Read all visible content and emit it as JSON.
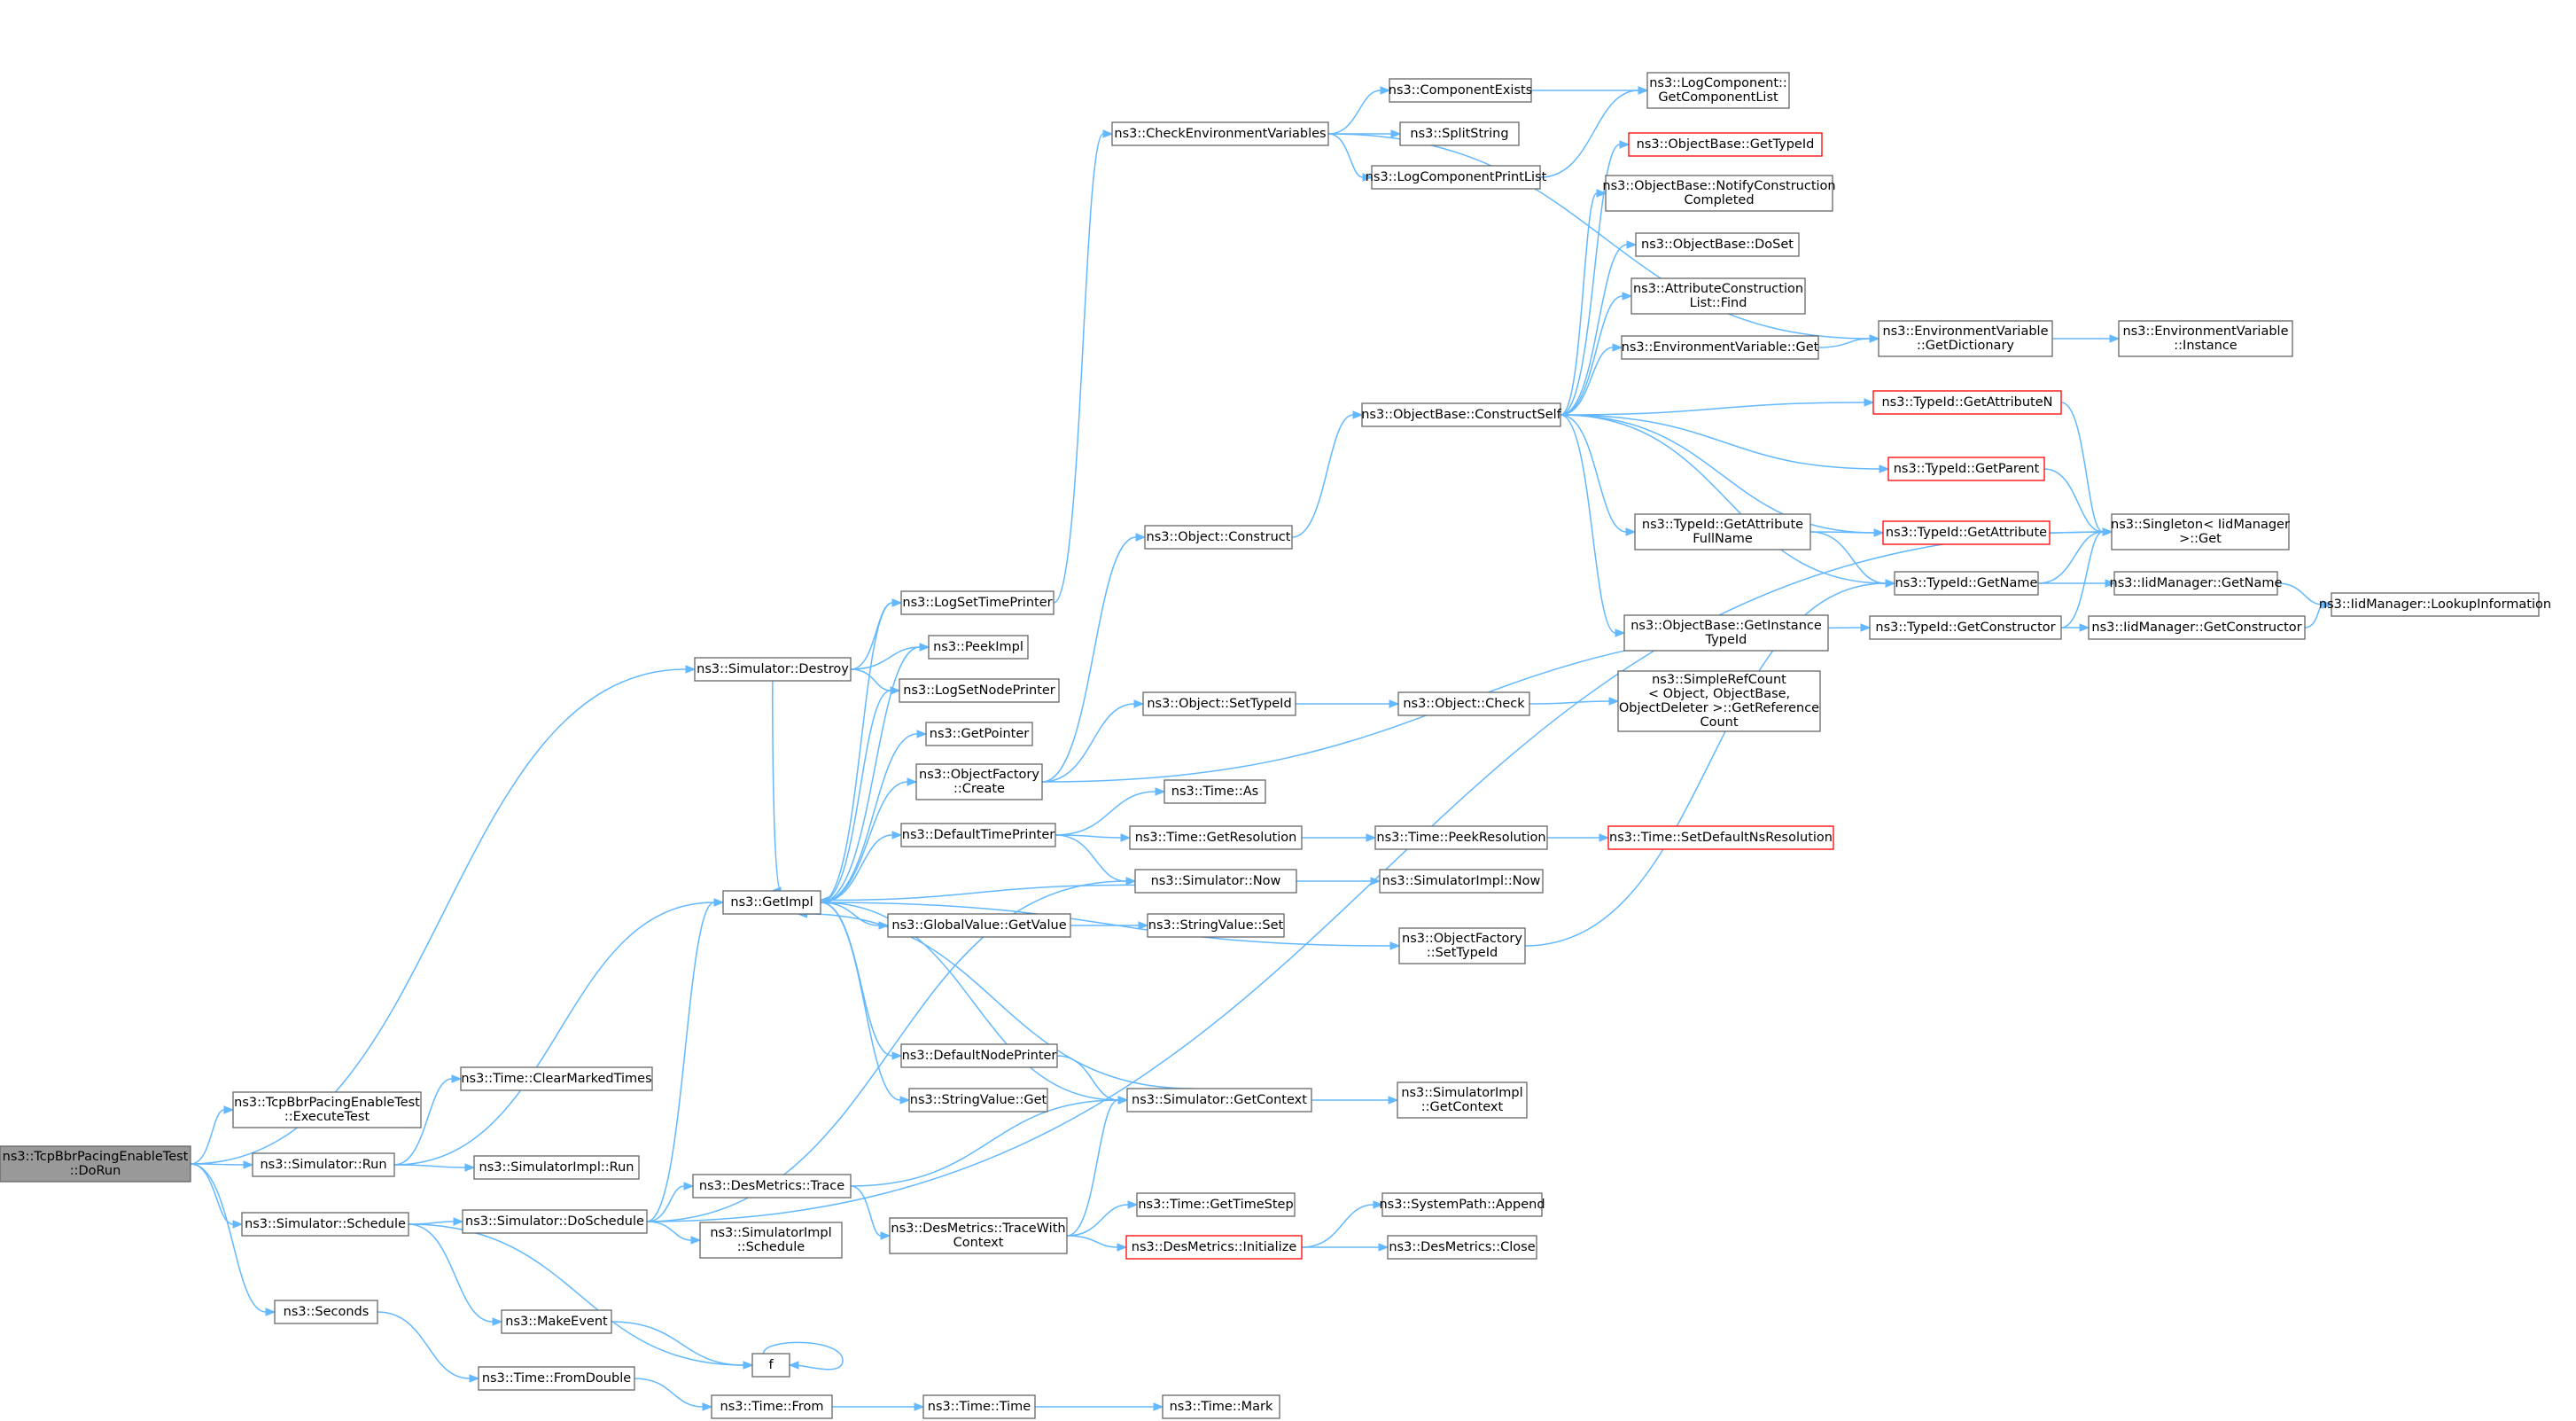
{
  "diagram": {
    "nodes": [
      {
        "id": "n0",
        "lines": [
          "ns3::TcpBbrPacingEnableTest",
          "::DoRun"
        ],
        "style": "root"
      },
      {
        "id": "n1",
        "lines": [
          "ns3::Simulator::Destroy"
        ]
      },
      {
        "id": "n2",
        "lines": [
          "ns3::TcpBbrPacingEnableTest",
          "::ExecuteTest"
        ]
      },
      {
        "id": "n3",
        "lines": [
          "ns3::Simulator::Run"
        ]
      },
      {
        "id": "n4",
        "lines": [
          "ns3::Simulator::Schedule"
        ]
      },
      {
        "id": "n5",
        "lines": [
          "ns3::Seconds"
        ]
      },
      {
        "id": "n6",
        "lines": [
          "ns3::GetImpl"
        ]
      },
      {
        "id": "n7",
        "lines": [
          "ns3::LogSetTimePrinter"
        ]
      },
      {
        "id": "n8",
        "lines": [
          "ns3::PeekImpl"
        ]
      },
      {
        "id": "n9",
        "lines": [
          "ns3::LogSetNodePrinter"
        ]
      },
      {
        "id": "n10",
        "lines": [
          "ns3::Time::ClearMarkedTimes"
        ]
      },
      {
        "id": "n11",
        "lines": [
          "ns3::SimulatorImpl::Run"
        ]
      },
      {
        "id": "n12",
        "lines": [
          "ns3::Simulator::DoSchedule"
        ]
      },
      {
        "id": "n13",
        "lines": [
          "ns3::MakeEvent"
        ]
      },
      {
        "id": "n14",
        "lines": [
          "f"
        ]
      },
      {
        "id": "n15",
        "lines": [
          "ns3::Time::FromDouble"
        ]
      },
      {
        "id": "n16",
        "lines": [
          "ns3::Time::From"
        ]
      },
      {
        "id": "n17",
        "lines": [
          "ns3::Time::Time"
        ]
      },
      {
        "id": "n18",
        "lines": [
          "ns3::Time::Mark"
        ]
      },
      {
        "id": "n19",
        "lines": [
          "ns3::CheckEnvironmentVariables"
        ]
      },
      {
        "id": "n20",
        "lines": [
          "ns3::ComponentExists"
        ]
      },
      {
        "id": "n21",
        "lines": [
          "ns3::SplitString"
        ]
      },
      {
        "id": "n22",
        "lines": [
          "ns3::LogComponentPrintList"
        ]
      },
      {
        "id": "n23",
        "lines": [
          "ns3::LogComponent::",
          "GetComponentList"
        ]
      },
      {
        "id": "n24",
        "lines": [
          "ns3::EnvironmentVariable",
          "::GetDictionary"
        ]
      },
      {
        "id": "n25",
        "lines": [
          "ns3::EnvironmentVariable",
          "::Instance"
        ]
      },
      {
        "id": "n26",
        "lines": [
          "ns3::GetPointer"
        ]
      },
      {
        "id": "n27",
        "lines": [
          "ns3::ObjectFactory",
          "::Create"
        ]
      },
      {
        "id": "n28",
        "lines": [
          "ns3::Object::Construct"
        ]
      },
      {
        "id": "n29",
        "lines": [
          "ns3::ObjectBase::ConstructSelf"
        ]
      },
      {
        "id": "n30",
        "lines": [
          "ns3::ObjectBase::GetTypeId"
        ],
        "style": "red"
      },
      {
        "id": "n31",
        "lines": [
          "ns3::ObjectBase::NotifyConstruction",
          "Completed"
        ]
      },
      {
        "id": "n32",
        "lines": [
          "ns3::ObjectBase::DoSet"
        ]
      },
      {
        "id": "n33",
        "lines": [
          "ns3::AttributeConstruction",
          "List::Find"
        ]
      },
      {
        "id": "n34",
        "lines": [
          "ns3::EnvironmentVariable::Get"
        ]
      },
      {
        "id": "n35",
        "lines": [
          "ns3::TypeId::GetAttributeN"
        ],
        "style": "red"
      },
      {
        "id": "n36",
        "lines": [
          "ns3::TypeId::GetParent"
        ],
        "style": "red"
      },
      {
        "id": "n37",
        "lines": [
          "ns3::TypeId::GetAttribute",
          "FullName"
        ]
      },
      {
        "id": "n38",
        "lines": [
          "ns3::TypeId::GetAttribute"
        ],
        "style": "red"
      },
      {
        "id": "n39",
        "lines": [
          "ns3::TypeId::GetName"
        ]
      },
      {
        "id": "n40",
        "lines": [
          "ns3::ObjectBase::GetInstance",
          "TypeId"
        ]
      },
      {
        "id": "n41",
        "lines": [
          "ns3::Singleton< IidManager",
          ">::Get"
        ]
      },
      {
        "id": "n42",
        "lines": [
          "ns3::IidManager::GetName"
        ]
      },
      {
        "id": "n43",
        "lines": [
          "ns3::IidManager::LookupInformation"
        ]
      },
      {
        "id": "n44",
        "lines": [
          "ns3::TypeId::GetConstructor"
        ]
      },
      {
        "id": "n45",
        "lines": [
          "ns3::IidManager::GetConstructor"
        ]
      },
      {
        "id": "n46",
        "lines": [
          "ns3::Object::SetTypeId"
        ]
      },
      {
        "id": "n47",
        "lines": [
          "ns3::Object::Check"
        ]
      },
      {
        "id": "n48",
        "lines": [
          "ns3::SimpleRefCount",
          "< Object, ObjectBase,",
          "ObjectDeleter >::GetReference",
          "Count"
        ]
      },
      {
        "id": "n49",
        "lines": [
          "ns3::DefaultTimePrinter"
        ]
      },
      {
        "id": "n50",
        "lines": [
          "ns3::Time::As"
        ]
      },
      {
        "id": "n51",
        "lines": [
          "ns3::Time::GetResolution"
        ]
      },
      {
        "id": "n52",
        "lines": [
          "ns3::Time::PeekResolution"
        ]
      },
      {
        "id": "n53",
        "lines": [
          "ns3::Time::SetDefaultNsResolution"
        ],
        "style": "red"
      },
      {
        "id": "n54",
        "lines": [
          "ns3::Simulator::Now"
        ]
      },
      {
        "id": "n55",
        "lines": [
          "ns3::SimulatorImpl::Now"
        ]
      },
      {
        "id": "n56",
        "lines": [
          "ns3::GlobalValue::GetValue"
        ]
      },
      {
        "id": "n57",
        "lines": [
          "ns3::StringValue::Set"
        ]
      },
      {
        "id": "n58",
        "lines": [
          "ns3::ObjectFactory",
          "::SetTypeId"
        ]
      },
      {
        "id": "n59",
        "lines": [
          "ns3::DefaultNodePrinter"
        ]
      },
      {
        "id": "n60",
        "lines": [
          "ns3::StringValue::Get"
        ]
      },
      {
        "id": "n61",
        "lines": [
          "ns3::Simulator::GetContext"
        ]
      },
      {
        "id": "n62",
        "lines": [
          "ns3::SimulatorImpl",
          "::GetContext"
        ]
      },
      {
        "id": "n63",
        "lines": [
          "ns3::DesMetrics::Trace"
        ]
      },
      {
        "id": "n64",
        "lines": [
          "ns3::DesMetrics::TraceWith",
          "Context"
        ]
      },
      {
        "id": "n65",
        "lines": [
          "ns3::Time::GetTimeStep"
        ]
      },
      {
        "id": "n66",
        "lines": [
          "ns3::DesMetrics::Initialize"
        ],
        "style": "red"
      },
      {
        "id": "n67",
        "lines": [
          "ns3::SystemPath::Append"
        ]
      },
      {
        "id": "n68",
        "lines": [
          "ns3::DesMetrics::Close"
        ]
      },
      {
        "id": "n69",
        "lines": [
          "ns3::SimulatorImpl",
          "::Schedule"
        ]
      }
    ],
    "edges": [
      [
        "n0",
        "n1"
      ],
      [
        "n0",
        "n2"
      ],
      [
        "n0",
        "n3"
      ],
      [
        "n0",
        "n4"
      ],
      [
        "n0",
        "n5"
      ],
      [
        "n1",
        "n6"
      ],
      [
        "n1",
        "n7"
      ],
      [
        "n1",
        "n8"
      ],
      [
        "n1",
        "n9"
      ],
      [
        "n3",
        "n6"
      ],
      [
        "n3",
        "n10"
      ],
      [
        "n3",
        "n11"
      ],
      [
        "n4",
        "n12"
      ],
      [
        "n4",
        "n13"
      ],
      [
        "n4",
        "n14"
      ],
      [
        "n5",
        "n15"
      ],
      [
        "n15",
        "n16"
      ],
      [
        "n16",
        "n17"
      ],
      [
        "n17",
        "n18"
      ],
      [
        "n13",
        "n14"
      ],
      [
        "n14",
        "n14"
      ],
      [
        "n6",
        "n7"
      ],
      [
        "n6",
        "n8"
      ],
      [
        "n6",
        "n9"
      ],
      [
        "n6",
        "n26"
      ],
      [
        "n6",
        "n27"
      ],
      [
        "n6",
        "n49"
      ],
      [
        "n6",
        "n56"
      ],
      [
        "n6",
        "n58"
      ],
      [
        "n6",
        "n59"
      ],
      [
        "n6",
        "n60"
      ],
      [
        "n6",
        "n61"
      ],
      [
        "n7",
        "n19"
      ],
      [
        "n19",
        "n20"
      ],
      [
        "n19",
        "n21"
      ],
      [
        "n19",
        "n22"
      ],
      [
        "n19",
        "n24"
      ],
      [
        "n20",
        "n23"
      ],
      [
        "n22",
        "n23"
      ],
      [
        "n24",
        "n25"
      ],
      [
        "n27",
        "n28"
      ],
      [
        "n27",
        "n46"
      ],
      [
        "n27",
        "n44"
      ],
      [
        "n28",
        "n29"
      ],
      [
        "n29",
        "n30"
      ],
      [
        "n29",
        "n31"
      ],
      [
        "n29",
        "n32"
      ],
      [
        "n29",
        "n33"
      ],
      [
        "n29",
        "n34"
      ],
      [
        "n29",
        "n35"
      ],
      [
        "n29",
        "n36"
      ],
      [
        "n29",
        "n37"
      ],
      [
        "n29",
        "n38"
      ],
      [
        "n29",
        "n39"
      ],
      [
        "n29",
        "n40"
      ],
      [
        "n34",
        "n24"
      ],
      [
        "n35",
        "n41"
      ],
      [
        "n36",
        "n41"
      ],
      [
        "n38",
        "n41"
      ],
      [
        "n39",
        "n41"
      ],
      [
        "n44",
        "n41"
      ],
      [
        "n37",
        "n38"
      ],
      [
        "n37",
        "n39"
      ],
      [
        "n39",
        "n42"
      ],
      [
        "n42",
        "n43"
      ],
      [
        "n44",
        "n45"
      ],
      [
        "n45",
        "n43"
      ],
      [
        "n46",
        "n47"
      ],
      [
        "n47",
        "n48"
      ],
      [
        "n49",
        "n50"
      ],
      [
        "n49",
        "n51"
      ],
      [
        "n49",
        "n54"
      ],
      [
        "n51",
        "n52"
      ],
      [
        "n52",
        "n53"
      ],
      [
        "n54",
        "n6"
      ],
      [
        "n54",
        "n55"
      ],
      [
        "n56",
        "n57"
      ],
      [
        "n58",
        "n39"
      ],
      [
        "n59",
        "n61"
      ],
      [
        "n61",
        "n6"
      ],
      [
        "n61",
        "n62"
      ],
      [
        "n12",
        "n6"
      ],
      [
        "n12",
        "n54"
      ],
      [
        "n12",
        "n63"
      ],
      [
        "n12",
        "n69"
      ],
      [
        "n12",
        "n41"
      ],
      [
        "n63",
        "n61"
      ],
      [
        "n63",
        "n64"
      ],
      [
        "n64",
        "n61"
      ],
      [
        "n64",
        "n65"
      ],
      [
        "n64",
        "n66"
      ],
      [
        "n66",
        "n67"
      ],
      [
        "n66",
        "n68"
      ]
    ]
  }
}
